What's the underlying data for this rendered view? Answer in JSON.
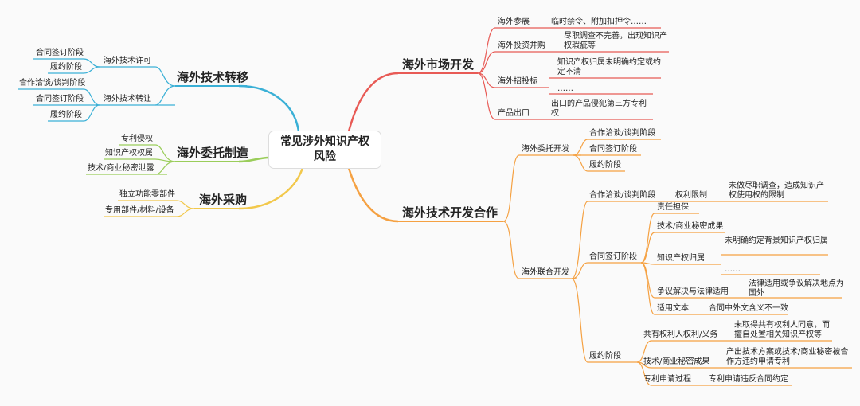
{
  "center": {
    "line1": "常见涉外知识产权",
    "line2": "风险"
  },
  "left": {
    "tech_transfer": {
      "title": "海外技术转移",
      "license": {
        "label": "海外技术许可",
        "items": [
          "合同签订阶段",
          "履约阶段"
        ]
      },
      "transfer": {
        "label": "海外技术转让",
        "items": [
          "合作洽谈/谈判阶段",
          "合同签订阶段",
          "履约阶段"
        ]
      }
    },
    "oem": {
      "title": "海外委托制造",
      "items": [
        "专利侵权",
        "知识产权权属",
        "技术/商业秘密泄露"
      ]
    },
    "purchase": {
      "title": "海外采购",
      "items": [
        "独立功能零部件",
        "专用部件/材料/设备"
      ]
    }
  },
  "right": {
    "market": {
      "title": "海外市场开发",
      "items": [
        {
          "label": "海外参展",
          "detail": "临时禁令、附加扣押令……"
        },
        {
          "label": "海外投资并购",
          "detail": "尽职调查不完善，出现知识产权瑕疵等"
        },
        {
          "label": "海外招投标",
          "detail": "知识产权归属未明确约定或约定不清",
          "detail2": "……"
        },
        {
          "label": "产品出口",
          "detail": "出口的产品侵犯第三方专利权"
        }
      ]
    },
    "rnd": {
      "title": "海外技术开发合作",
      "commission": {
        "label": "海外委托开发",
        "items": [
          "合作洽谈/谈判阶段",
          "合同签订阶段",
          "履约阶段"
        ]
      },
      "joint": {
        "label": "海外联合开发",
        "negotiation": {
          "label": "合作洽谈/谈判阶段",
          "sub": "权利限制",
          "detail": "未做尽职调查，造成知识产权使用权的限制"
        },
        "signing": {
          "label": "合同签订阶段",
          "liability": "责任担保",
          "secret": "技术/商业秘密成果",
          "ownership": {
            "label": "知识产权归属",
            "detail": "未明确约定背景知识产权归属",
            "detail2": "……"
          },
          "dispute": {
            "label": "争议解决与法律适用",
            "detail": "法律适用或争议解决地点为国外"
          },
          "text": {
            "label": "适用文本",
            "detail": "合同中外文含义不一致"
          }
        },
        "performance": {
          "label": "履约阶段",
          "coowner": {
            "label": "共有权利人权利/义务",
            "detail": "未取得共有权利人同意，而擅自处置相关知识产权等"
          },
          "secret": {
            "label": "技术/商业秘密成果",
            "detail": "产出技术方案或技术/商业秘密被合作方违约申请专利"
          },
          "patent": {
            "label": "专利申请过程",
            "detail": "专利申请违反合同约定"
          }
        }
      }
    }
  },
  "colors": {
    "tech_transfer": "#3ab0d6",
    "oem": "#9acd5a",
    "purchase": "#f2c84b",
    "market": "#e85a55",
    "rnd": "#f5a142"
  }
}
